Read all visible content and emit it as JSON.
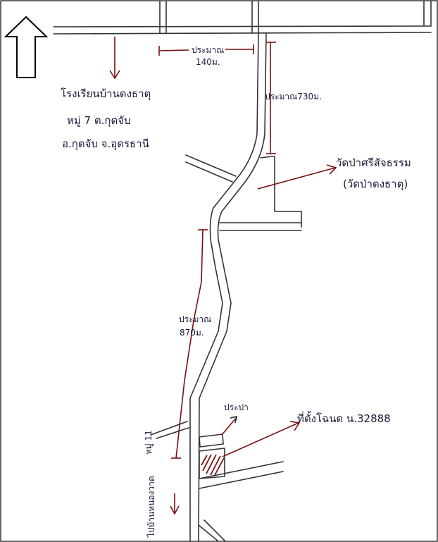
{
  "north_arrow": {
    "icon": "north-arrow-icon"
  },
  "labels": {
    "school_line1": "โรงเรียนบ้านดงธาตุ",
    "school_line2": "หมู่ 7 ต.กุดจับ",
    "school_line3": "อ.กุดจับ จ.อุดรธานี",
    "dist_140_a": "ประมาณ",
    "dist_140_b": "140ม.",
    "dist_730": "ประมาณ730ม.",
    "temple_line1": "วัดป่าศรีสัจธรรม",
    "temple_line2": "(วัดป่าดงธาตุ)",
    "dist_870_a": "ประมาณ",
    "dist_870_b": "870ม.",
    "water_tank": "ประปา",
    "village": "ไปบ้านหนองวาด",
    "moo": "หมู่ 11",
    "land_title": "ที่ตั้งโฉนด น.32888"
  },
  "colors": {
    "ink": "#1a1a3a",
    "road": "#333333",
    "annotation": "#7a1010"
  }
}
